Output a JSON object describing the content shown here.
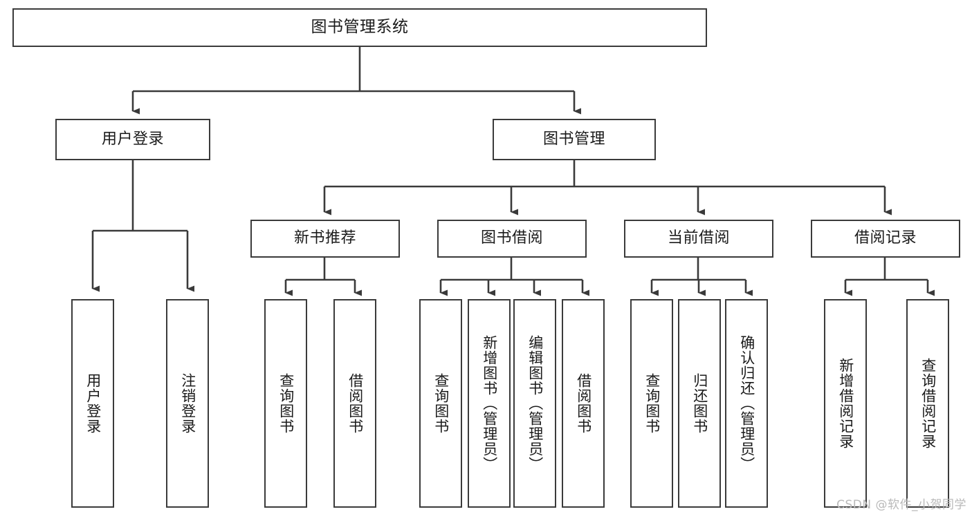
{
  "diagram": {
    "title": "图书管理系统",
    "type": "tree",
    "watermark": "CSDN @软件_小贺同学",
    "colors": {
      "border": "#3a3a3a",
      "fill": "#ffffff",
      "text": "#1a1a1a",
      "edge": "#3a3a3a",
      "watermark": "#b9b9b9"
    },
    "nodes": {
      "root": {
        "label": "图书管理系统",
        "orientation": "horizontal"
      },
      "level2": [
        {
          "id": "user-login",
          "label": "用户登录",
          "orientation": "horizontal"
        },
        {
          "id": "book-manage",
          "label": "图书管理",
          "orientation": "horizontal"
        }
      ],
      "level3": [
        {
          "id": "new-book-rec",
          "label": "新书推荐",
          "orientation": "horizontal"
        },
        {
          "id": "book-borrow",
          "label": "图书借阅",
          "orientation": "horizontal"
        },
        {
          "id": "current-borrow",
          "label": "当前借阅",
          "orientation": "horizontal"
        },
        {
          "id": "borrow-record",
          "label": "借阅记录",
          "orientation": "horizontal"
        }
      ],
      "leaves": [
        {
          "id": "leaf-user-login",
          "label": "用户登录",
          "orientation": "vertical",
          "parent": "user-login"
        },
        {
          "id": "leaf-logout",
          "label": "注销登录",
          "orientation": "vertical",
          "parent": "user-login"
        },
        {
          "id": "leaf-query-book-1",
          "label": "查询图书",
          "orientation": "vertical",
          "parent": "new-book-rec"
        },
        {
          "id": "leaf-borrow-book-1",
          "label": "借阅图书",
          "orientation": "vertical",
          "parent": "new-book-rec"
        },
        {
          "id": "leaf-query-book-2",
          "label": "查询图书",
          "orientation": "vertical",
          "parent": "book-borrow"
        },
        {
          "id": "leaf-add-book",
          "label": "新增图书（管理员）",
          "orientation": "vertical",
          "parent": "book-borrow"
        },
        {
          "id": "leaf-edit-book",
          "label": "编辑图书（管理员）",
          "orientation": "vertical",
          "parent": "book-borrow"
        },
        {
          "id": "leaf-borrow-book-2",
          "label": "借阅图书",
          "orientation": "vertical",
          "parent": "book-borrow"
        },
        {
          "id": "leaf-query-book-3",
          "label": "查询图书",
          "orientation": "vertical",
          "parent": "current-borrow"
        },
        {
          "id": "leaf-return-book",
          "label": "归还图书",
          "orientation": "vertical",
          "parent": "current-borrow"
        },
        {
          "id": "leaf-confirm-return",
          "label": "确认归还（管理员）",
          "orientation": "vertical",
          "parent": "current-borrow"
        },
        {
          "id": "leaf-add-record",
          "label": "新增借阅记录",
          "orientation": "vertical",
          "parent": "borrow-record"
        },
        {
          "id": "leaf-query-record",
          "label": "查询借阅记录",
          "orientation": "vertical",
          "parent": "borrow-record"
        }
      ]
    }
  }
}
